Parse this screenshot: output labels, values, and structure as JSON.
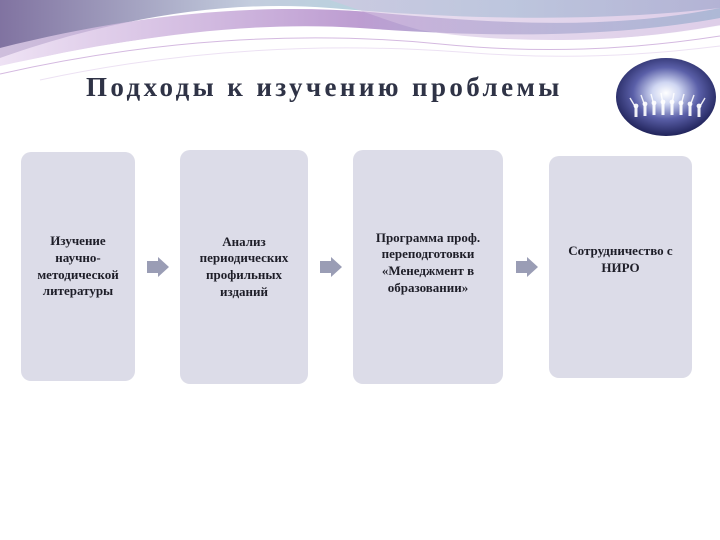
{
  "slide": {
    "title": "Подходы к изучению проблемы"
  },
  "steps": [
    {
      "text": "Изучение научно-методической литературы"
    },
    {
      "text": "Анализ периодических профильных изданий"
    },
    {
      "text": "Программа проф. переподготовки «Менеджмент в образовании»"
    },
    {
      "text": "Сотрудничество с НИРО"
    }
  ],
  "colors": {
    "box_fill": "#dcdce8",
    "arrow_fill": "#9a9db5",
    "title_text": "#2f3346",
    "banner_purple": "#8a6aa8",
    "banner_teal": "#6fc0c8"
  },
  "icons": {
    "logo": "globe-people-logo",
    "connector": "chevron-arrow-icon"
  }
}
